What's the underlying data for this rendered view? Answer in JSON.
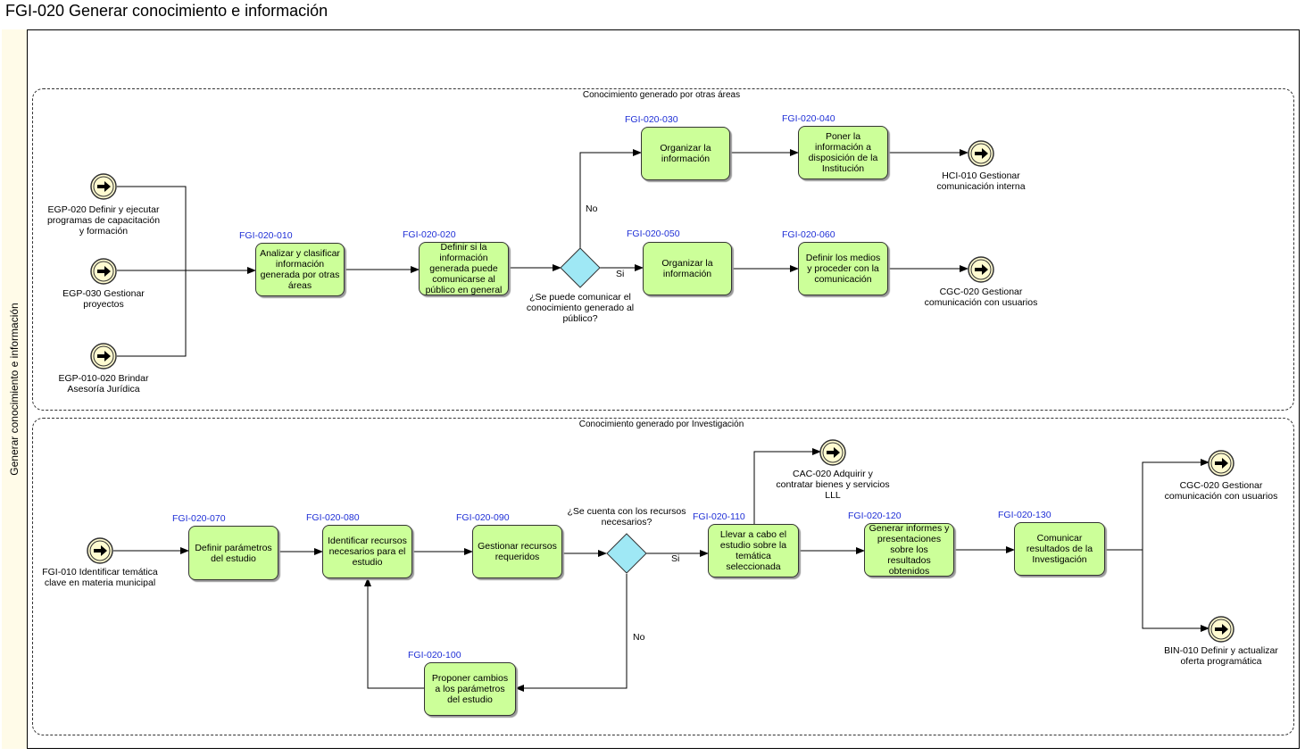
{
  "title": "FGI-020 Generar conocimiento e información",
  "lane_title": "Generar conocimiento e información",
  "groups": {
    "g1": "Conocimiento generado por otras áreas",
    "g2": "Conocimiento generado por Investigación"
  },
  "tasks": {
    "t010": {
      "code": "FGI-020-010",
      "label": "Analizar y clasificar información generada por otras áreas"
    },
    "t020": {
      "code": "FGI-020-020",
      "label": "Definir si la información generada puede comunicarse al público en general"
    },
    "t030": {
      "code": "FGI-020-030",
      "label": "Organizar la información"
    },
    "t040": {
      "code": "FGI-020-040",
      "label": "Poner la información a disposición de la Institución"
    },
    "t050": {
      "code": "FGI-020-050",
      "label": "Organizar la información"
    },
    "t060": {
      "code": "FGI-020-060",
      "label": "Definir los medios y proceder con la comunicación"
    },
    "t070": {
      "code": "FGI-020-070",
      "label": "Definir parámetros del estudio"
    },
    "t080": {
      "code": "FGI-020-080",
      "label": "Identificar recursos necesarios para el estudio"
    },
    "t090": {
      "code": "FGI-020-090",
      "label": "Gestionar recursos requeridos"
    },
    "t100": {
      "code": "FGI-020-100",
      "label": "Proponer cambios a los parámetros del estudio"
    },
    "t110": {
      "code": "FGI-020-110",
      "label": "Llevar a cabo el estudio sobre la temática seleccionada"
    },
    "t120": {
      "code": "FGI-020-120",
      "label": "Generar informes y presentaciones sobre los resultados obtenidos"
    },
    "t130": {
      "code": "FGI-020-130",
      "label": "Comunicar resultados de la Investigación"
    }
  },
  "events": {
    "e_egp020": {
      "line1": "EGP-020 Definir y ejecutar",
      "line2": "programas de capacitación",
      "line3": "y formación"
    },
    "e_egp030": {
      "line1": "EGP-030 Gestionar",
      "line2": "proyectos"
    },
    "e_egp010": {
      "line1": "EGP-010-020 Brindar",
      "line2": "Asesoría Jurídica"
    },
    "e_hci010": {
      "line1": "HCI-010 Gestionar",
      "line2": "comunicación interna"
    },
    "e_cgc020a": {
      "line1": "CGC-020 Gestionar",
      "line2": "comunicación con usuarios"
    },
    "e_fgi010": {
      "line1": "FGI-010 Identificar temática",
      "line2": "clave en materia municipal"
    },
    "e_cac020": {
      "line1": "CAC-020 Adquirir y",
      "line2": "contratar bienes y servicios",
      "line3": "LLL"
    },
    "e_cgc020b": {
      "line1": "CGC-020 Gestionar",
      "line2": "comunicación con usuarios"
    },
    "e_bin010": {
      "line1": "BIN-010 Definir y actualizar",
      "line2": "oferta programática"
    }
  },
  "gateways": {
    "gw1": {
      "line1": "¿Se puede comunicar el",
      "line2": "conocimiento generado al",
      "line3": "público?"
    },
    "gw2": {
      "line1": "¿Se cuenta con los recursos",
      "line2": "necesarios?"
    }
  },
  "flow_labels": {
    "no1": "No",
    "si1": "Si",
    "si2": "Si",
    "no2": "No"
  }
}
